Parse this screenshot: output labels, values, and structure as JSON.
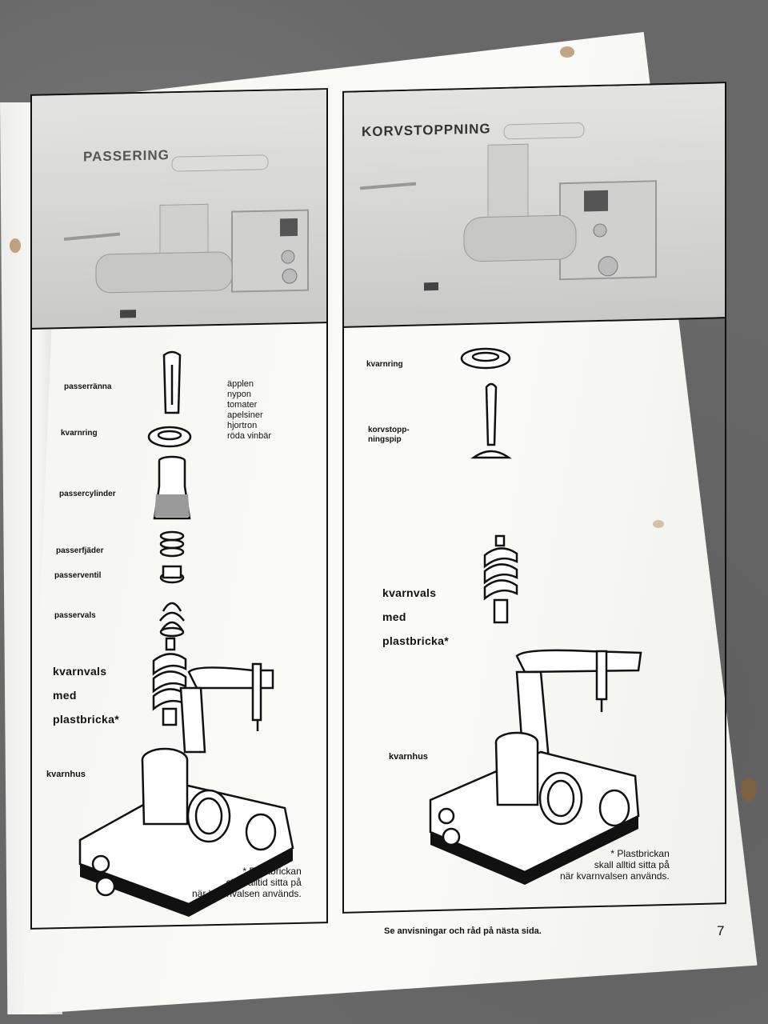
{
  "left": {
    "title": "PASSERING",
    "parts": [
      {
        "id": "passerranna",
        "label": "passerränna"
      },
      {
        "id": "kvarnring",
        "label": "kvarnring"
      },
      {
        "id": "passercylinder",
        "label": "passercylinder"
      },
      {
        "id": "passerfjader",
        "label": "passerfjäder"
      },
      {
        "id": "passerventil",
        "label": "passerventil"
      },
      {
        "id": "passervals",
        "label": "passervals"
      }
    ],
    "kvarnvals": [
      "kvarnvals",
      "med",
      "plastbricka*"
    ],
    "kvarnhus": "kvarnhus",
    "fruits": [
      "äpplen",
      "nypon",
      "tomater",
      "apelsiner",
      "hjortron",
      "röda vinbär"
    ],
    "note": [
      "* Plastbrickan",
      "skall alltid sitta på",
      "när kvarnvalsen används."
    ]
  },
  "right": {
    "title": "KORVSTOPPNING",
    "kvarnring": "kvarnring",
    "korvstopp": [
      "korvstopp-",
      "ningspip"
    ],
    "kvarnvals": [
      "kvarnvals",
      "med",
      "plastbricka*"
    ],
    "kvarnhus": "kvarnhus",
    "note": [
      "* Plastbrickan",
      "skall alltid sitta på",
      "när kvarnvalsen används."
    ]
  },
  "footer": "Se anvisningar och råd på nästa sida.",
  "page_number": "7"
}
